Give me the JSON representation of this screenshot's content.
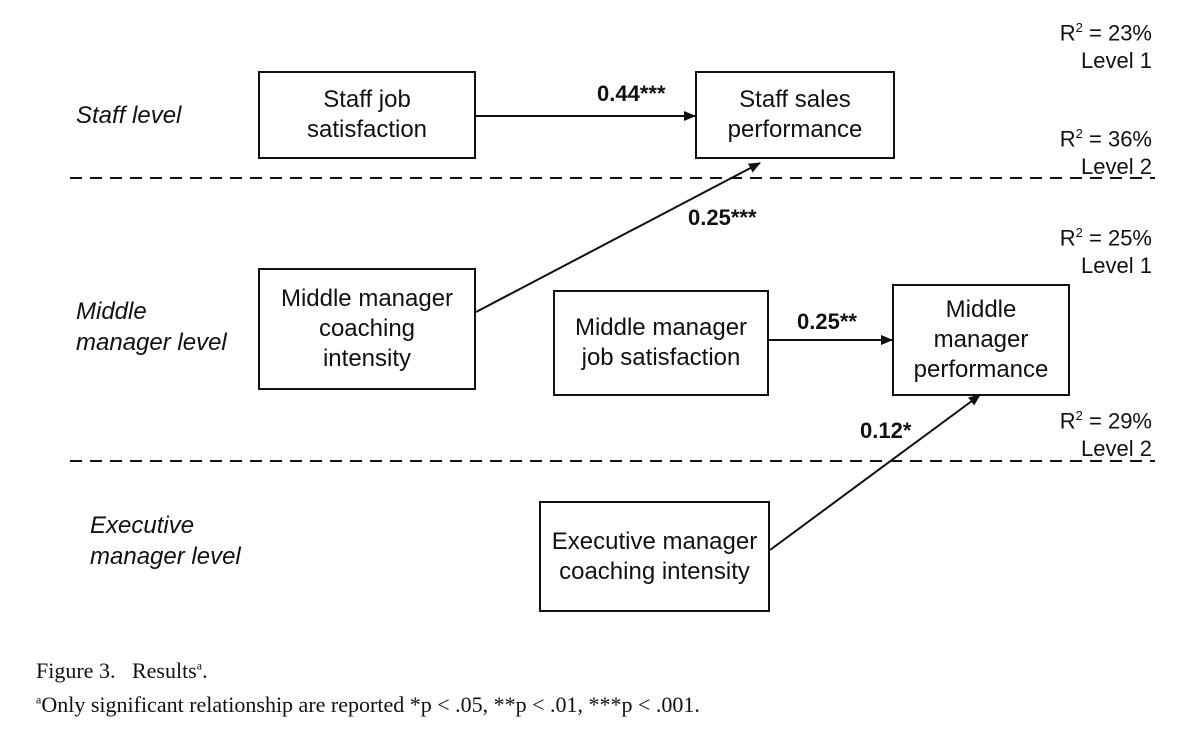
{
  "levels": {
    "staff": "Staff level",
    "middle": "Middle\nmanager level",
    "executive": "Executive\nmanager level"
  },
  "boxes": {
    "staff_job_satisfaction": "Staff job\nsatisfaction",
    "staff_sales_performance": "Staff sales\nperformance",
    "mm_coaching_intensity": "Middle manager\ncoaching\nintensity",
    "mm_job_satisfaction": "Middle manager\njob satisfaction",
    "mm_performance": "Middle\nmanager\nperformance",
    "exec_coaching_intensity": "Executive manager\ncoaching intensity"
  },
  "paths": {
    "staff_sat_to_staff_perf": "0.44***",
    "mm_coaching_to_staff_perf": "0.25***",
    "mm_sat_to_mm_perf": "0.25**",
    "exec_coaching_to_mm_perf": "0.12*"
  },
  "r_squared": [
    {
      "label": "R",
      "exp": "2",
      "value": " = 23%",
      "level": "Level 1"
    },
    {
      "label": "R",
      "exp": "2",
      "value": " = 36%",
      "level": "Level 2"
    },
    {
      "label": "R",
      "exp": "2",
      "value": " = 25%",
      "level": "Level 1"
    },
    {
      "label": "R",
      "exp": "2",
      "value": " = 29%",
      "level": "Level 2"
    }
  ],
  "caption": {
    "figure": "Figure 3.",
    "title": "Results",
    "title_sup": "a",
    "note_sup": "a",
    "note": "Only significant relationship are reported *p < .05, **p < .01, ***p < .001."
  }
}
